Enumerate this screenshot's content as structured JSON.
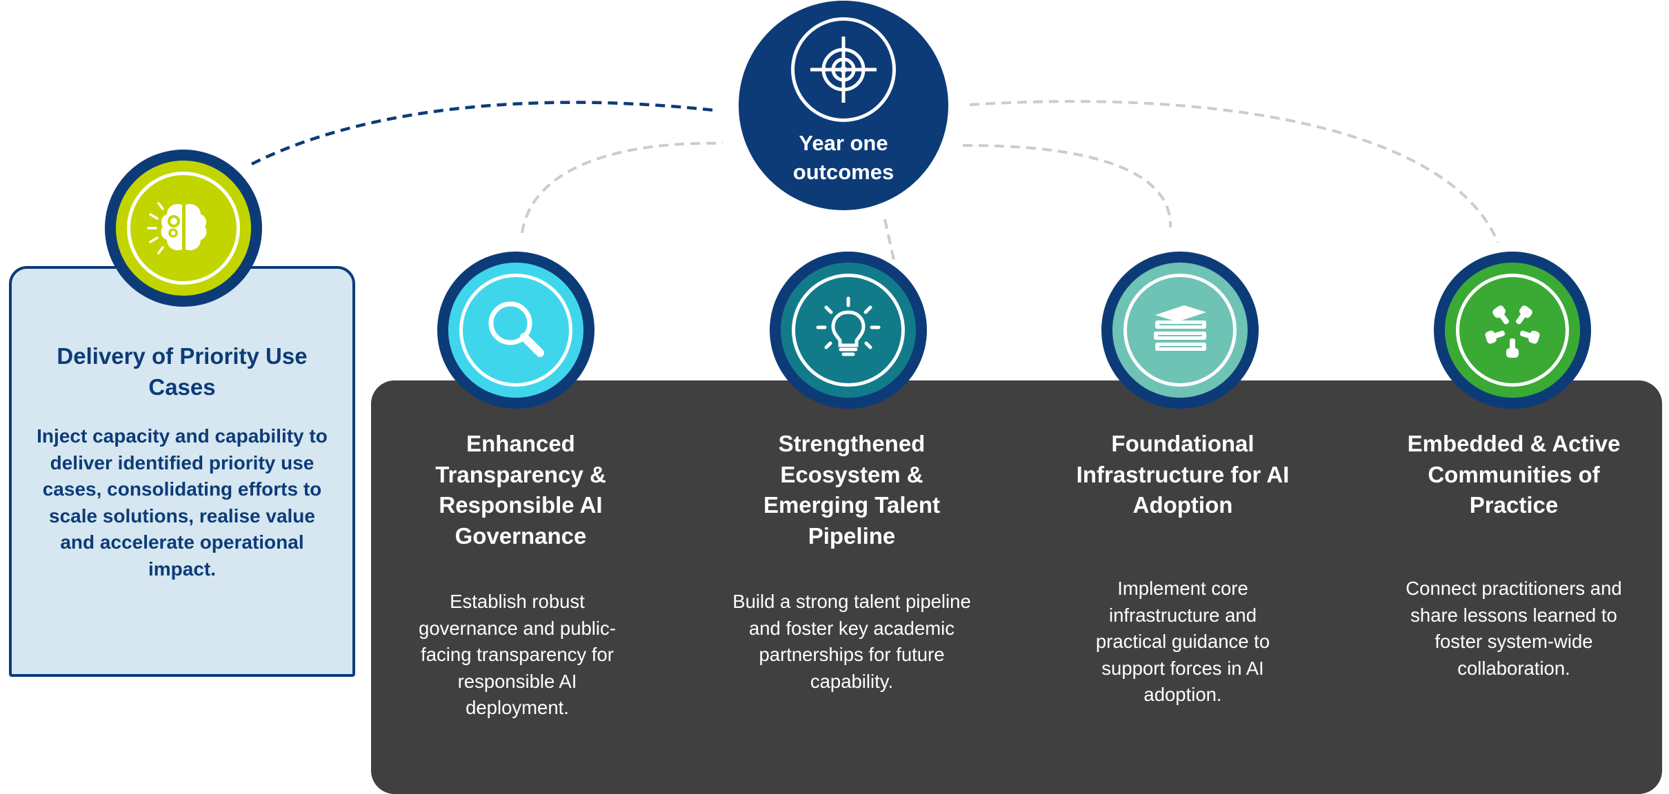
{
  "center": {
    "label_line1": "Year one",
    "label_line2": "outcomes",
    "icon": "target-icon"
  },
  "priority": {
    "title": "Delivery of Priority Use Cases",
    "description": "Inject capacity and capability to deliver identified priority use cases, consolidating efforts to scale solutions, realise value and accelerate operational impact.",
    "icon": "brain-gear-icon"
  },
  "pillars": [
    {
      "title": "Enhanced Transparency & Responsible AI Governance",
      "description": "Establish robust governance and public-facing transparency for responsible AI deployment.",
      "icon": "magnifier-icon"
    },
    {
      "title": "Strengthened Ecosystem & Emerging Talent Pipeline",
      "description": "Build a strong talent pipeline and foster key academic partnerships for future capability.",
      "icon": "lightbulb-icon"
    },
    {
      "title": "Foundational Infrastructure for AI Adoption",
      "description": "Implement core infrastructure and practical guidance to support forces in AI adoption.",
      "icon": "books-icon"
    },
    {
      "title": "Embedded & Active Communities of Practice",
      "description": "Connect practitioners and share lessons learned to foster system-wide collaboration.",
      "icon": "hands-collaboration-icon"
    }
  ],
  "colors": {
    "navy": "#0d3b78",
    "lime": "#c2d500",
    "cyan": "#3fd6ec",
    "teal": "#127b8a",
    "seafoam": "#6ec3b4",
    "green": "#3aaa35",
    "panel": "#404040",
    "card_fill": "#d6e7f1",
    "connector_grey": "#cccccc"
  }
}
